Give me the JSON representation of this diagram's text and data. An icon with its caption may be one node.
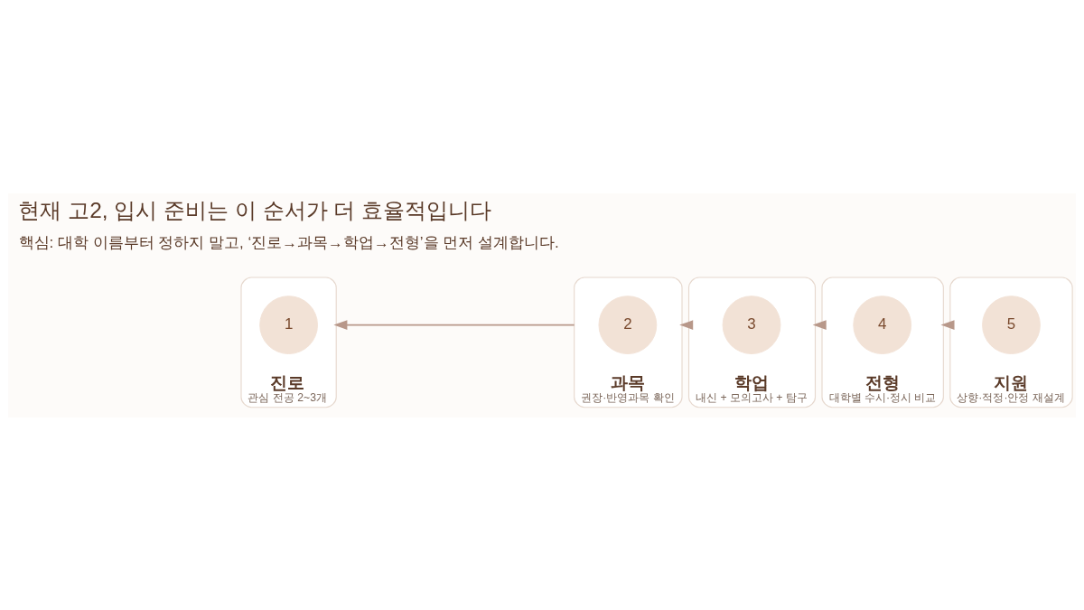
{
  "diagram": {
    "title": "현재 고2, 입시 준비는 이 순서가 더 효율적입니다",
    "caption": "핵심: 대학 이름부터 정하지 말고, ‘진로→과목→학업→전형’을 먼저 설계합니다.",
    "nodes": [
      {
        "text": [
          "진로",
          "관심 전공 2~3개"
        ]
      },
      {
        "text": [
          "1"
        ],
        "in": 0
      },
      {
        "text": [
          "과목",
          "권장·반영과목 확인"
        ]
      },
      {
        "text": [
          "2"
        ],
        "in": 2
      },
      {
        "text": [
          "학업",
          "내신 + 모의고사 + 탐구"
        ]
      },
      {
        "text": [
          "3"
        ],
        "in": 4
      },
      {
        "text": [
          "전형",
          "대학별 수시·정시 비교"
        ]
      },
      {
        "text": [
          "4"
        ],
        "in": 6
      },
      {
        "text": [
          "지원",
          "상향·적정·안정 재설계"
        ]
      },
      {
        "text": [
          "5"
        ],
        "in": 8
      }
    ],
    "edges": [
      {
        "from": 2,
        "to": 0,
        "arrow": "to"
      },
      {
        "from": 4,
        "to": 2,
        "arrow": "to"
      },
      {
        "from": 6,
        "to": 4,
        "arrow": "to"
      },
      {
        "from": 8,
        "to": 6,
        "arrow": "to"
      }
    ]
  }
}
